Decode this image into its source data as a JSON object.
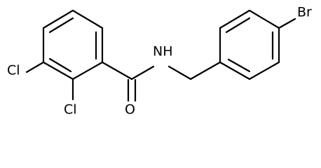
{
  "molecule": {
    "atom_labels": {
      "chlorine_3": "Cl",
      "chlorine_2": "Cl",
      "oxygen": "O",
      "nitrogen_hydrogen": "NH",
      "bromine": "Br"
    }
  },
  "colors": {
    "bond": "#000000",
    "label": "#000000",
    "background": "#ffffff"
  }
}
